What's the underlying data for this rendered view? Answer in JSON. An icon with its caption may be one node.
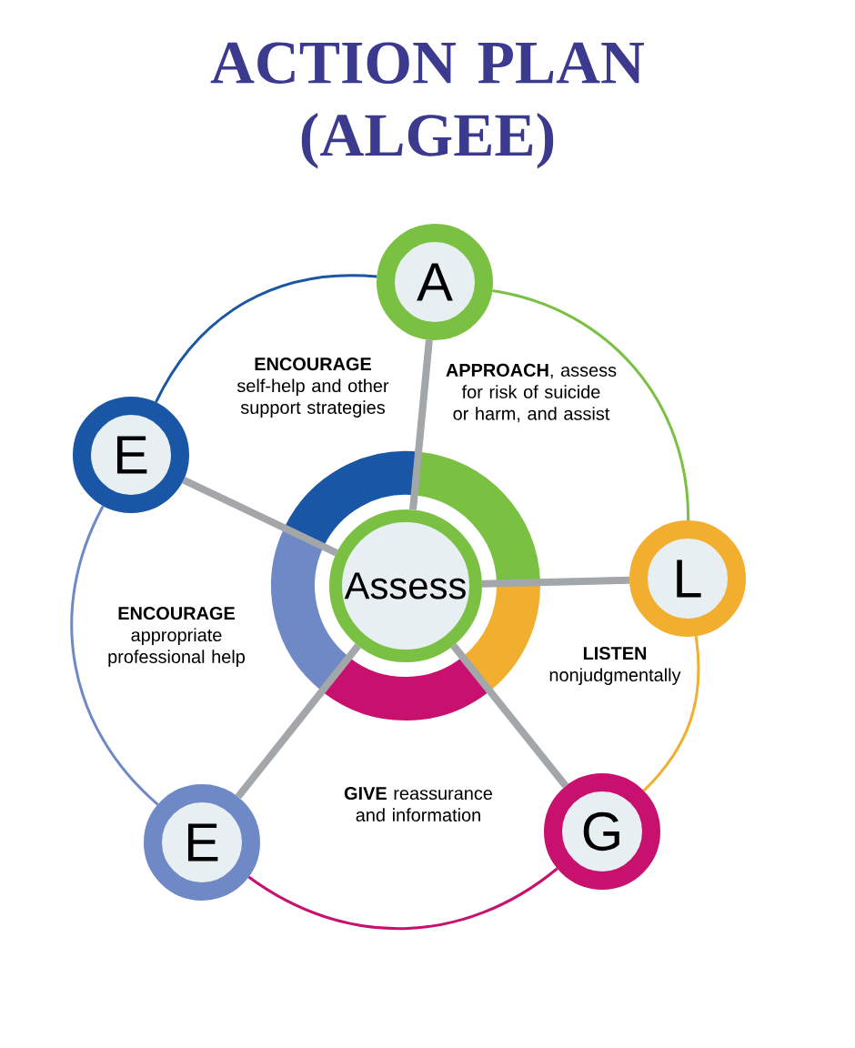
{
  "diagram": {
    "title": "ACTION PLAN (ALGEE)",
    "nodes": [
      {
        "text": [
          "A"
        ]
      },
      {
        "text": [
          "L"
        ]
      },
      {
        "text": [
          "G"
        ]
      },
      {
        "text": [
          "E"
        ]
      },
      {
        "text": [
          "E"
        ]
      },
      {
        "text": [
          "Assess"
        ]
      }
    ],
    "edges": [
      {
        "from": 0,
        "to": 1,
        "arrow": "none",
        "color": "#7ac143"
      },
      {
        "from": 1,
        "to": 2,
        "arrow": "none",
        "color": "#f2ae2e"
      },
      {
        "from": 2,
        "to": 3,
        "arrow": "none",
        "color": "#c8106e"
      },
      {
        "from": 3,
        "to": 4,
        "arrow": "none",
        "color": "#6f88c6"
      },
      {
        "from": 4,
        "to": 0,
        "arrow": "none",
        "color": "#1a56a6"
      },
      {
        "from": 0,
        "to": 5,
        "arrow": "none",
        "style": "thick",
        "color": "#a3a7aa"
      },
      {
        "from": 1,
        "to": 5,
        "arrow": "none",
        "style": "thick",
        "color": "#a3a7aa"
      },
      {
        "from": 2,
        "to": 5,
        "arrow": "none",
        "style": "thick",
        "color": "#a3a7aa"
      },
      {
        "from": 3,
        "to": 5,
        "arrow": "none",
        "style": "thick",
        "color": "#a3a7aa"
      },
      {
        "from": 4,
        "to": 5,
        "arrow": "none",
        "style": "thick",
        "color": "#a3a7aa"
      }
    ],
    "labels": [
      "**ENCOURAGE** self-help and other support strategies",
      "**APPROACH**, assess for risk of suicide or harm, and assist",
      "**LISTEN** nonjudgmentally",
      "**ENCOURAGE** appropriate professional help",
      "**GIVE** reassurance and information"
    ]
  }
}
